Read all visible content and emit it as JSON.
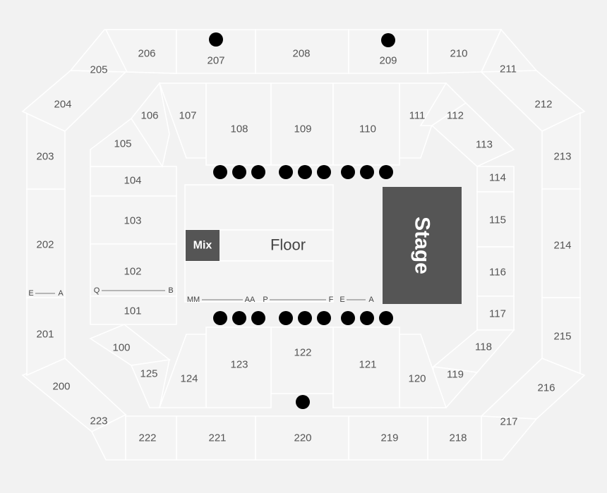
{
  "colors": {
    "background": "#f2f2f2",
    "section": "#f4f4f4",
    "stage": "#555555",
    "mix": "#555555",
    "accessible": "#1e4ed0"
  },
  "sections": {
    "s200": "200",
    "s201": "201",
    "s202": "202",
    "s203": "203",
    "s204": "204",
    "s205": "205",
    "s206": "206",
    "s207": "207",
    "s208": "208",
    "s209": "209",
    "s210": "210",
    "s211": "211",
    "s212": "212",
    "s213": "213",
    "s214": "214",
    "s215": "215",
    "s216": "216",
    "s217": "217",
    "s218": "218",
    "s219": "219",
    "s220": "220",
    "s221": "221",
    "s222": "222",
    "s223": "223",
    "s100": "100",
    "s101": "101",
    "s102": "102",
    "s103": "103",
    "s104": "104",
    "s105": "105",
    "s106": "106",
    "s107": "107",
    "s108": "108",
    "s109": "109",
    "s110": "110",
    "s111": "111",
    "s112": "112",
    "s113": "113",
    "s114": "114",
    "s115": "115",
    "s116": "116",
    "s117": "117",
    "s118": "118",
    "s119": "119",
    "s120": "120",
    "s121": "121",
    "s122": "122",
    "s123": "123",
    "s124": "124",
    "s125": "125"
  },
  "floor": {
    "floor_label": "Floor",
    "mix_label": "Mix",
    "stage_label": "Stage"
  },
  "rows": {
    "mm": "MM",
    "aa_left": "AA",
    "p": "P",
    "f": "F",
    "e_floor": "E",
    "a_floor": "A",
    "q": "Q",
    "b": "B",
    "e_side": "E",
    "a_side": "A"
  },
  "icons": {
    "accessible": "wheelchair-icon"
  }
}
